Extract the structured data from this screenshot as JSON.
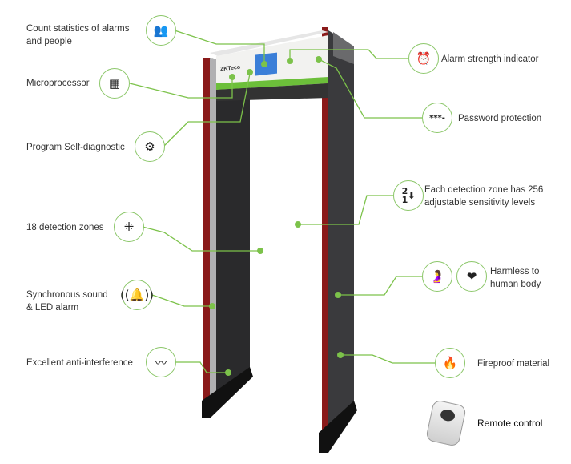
{
  "features_left": [
    {
      "line1": "Count statistics of alarms",
      "line2": "and people",
      "icon": "people-group-icon"
    },
    {
      "line1": "Microprocessor",
      "icon": "chip-icon"
    },
    {
      "line1": "Program Self-diagnostic",
      "icon": "gear-check-icon"
    },
    {
      "line1": "18 detection zones",
      "icon": "zones-grid-icon"
    },
    {
      "line1": "Synchronous sound",
      "line2": "& LED alarm",
      "icon": "alarm-sound-icon"
    },
    {
      "line1": "Excellent anti-interference",
      "icon": "waveform-icon"
    }
  ],
  "features_right": [
    {
      "line1": "Alarm strength indicator",
      "icon": "alarm-clock-icon"
    },
    {
      "line1": "Password protection",
      "icon": "password-icon",
      "glyph": "***-"
    },
    {
      "line1": "Each detection zone has 256",
      "line2": "adjustable sensitivity levels",
      "icon": "sort-number-icon",
      "glyph_top": "2",
      "glyph_bottom": "1"
    },
    {
      "line1": "Harmless to",
      "line2": "human body",
      "icon": "pregnant-heart-icon"
    },
    {
      "line1": "Fireproof material",
      "icon": "no-fire-icon"
    },
    {
      "line1": "Remote control",
      "icon": "remote-control-icon"
    }
  ],
  "brand": "ZKTeco",
  "accent": "#7cc24a"
}
